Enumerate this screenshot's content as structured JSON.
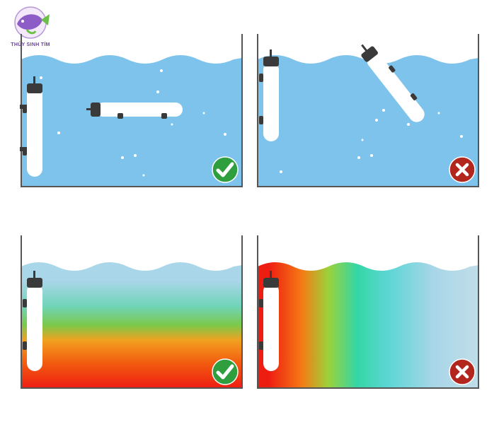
{
  "logo": {
    "text": "THỦY SINH TÍM",
    "icon": "fish-icon"
  },
  "panels": [
    {
      "id": "top-left",
      "scene": "heater-placement",
      "status": "correct",
      "icon": "check-icon"
    },
    {
      "id": "top-right",
      "scene": "heater-placement",
      "status": "incorrect",
      "icon": "cross-icon"
    },
    {
      "id": "bottom-left",
      "scene": "heat-distribution",
      "status": "correct",
      "icon": "check-icon"
    },
    {
      "id": "bottom-right",
      "scene": "heat-distribution",
      "status": "incorrect",
      "icon": "cross-icon"
    }
  ],
  "colors": {
    "water": "#7ec3ec",
    "correct": "#2e9e3e",
    "incorrect": "#b3261e",
    "heater_body": "#ffffff",
    "heater_cap": "#3a3a3a"
  }
}
